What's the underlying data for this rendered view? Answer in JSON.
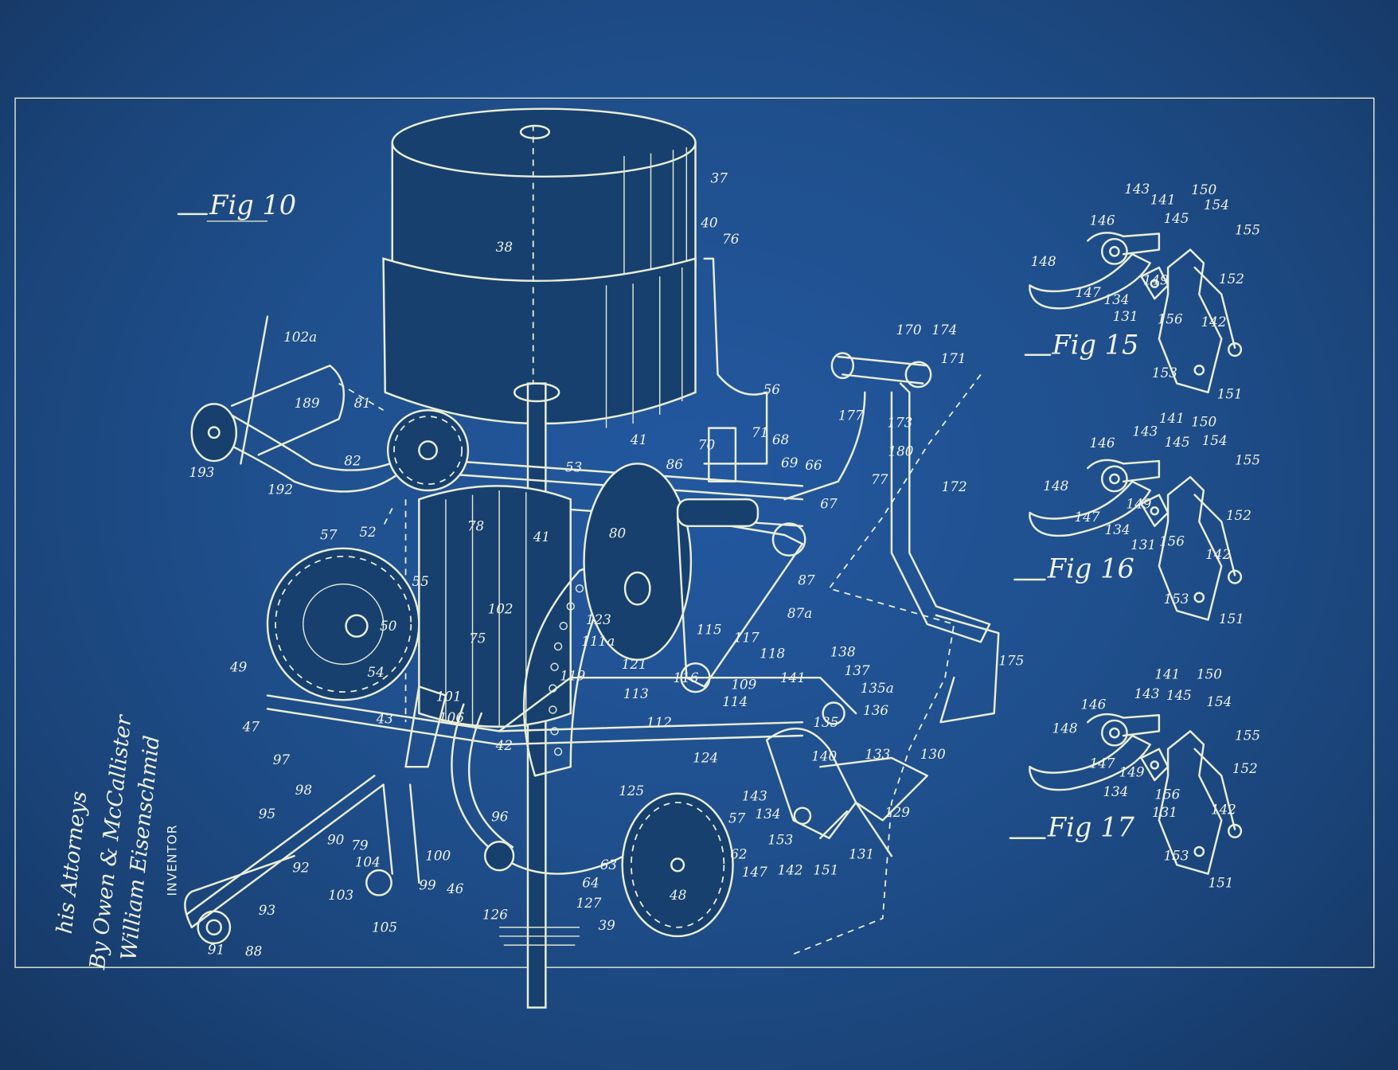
{
  "figures": [
    {
      "title": "Fig 10",
      "labels": [
        "37",
        "38",
        "40",
        "76",
        "102a",
        "189",
        "81",
        "193",
        "82",
        "192",
        "53",
        "41",
        "41",
        "56",
        "70",
        "71",
        "68",
        "69",
        "66",
        "86",
        "177",
        "173",
        "170",
        "174",
        "171",
        "180",
        "77",
        "67",
        "172",
        "78",
        "80",
        "57",
        "52",
        "55",
        "50",
        "49",
        "54",
        "75",
        "102",
        "123",
        "111a",
        "119",
        "121",
        "87",
        "87a",
        "115",
        "117",
        "118",
        "116",
        "109",
        "113",
        "114",
        "112",
        "175",
        "138",
        "137",
        "141",
        "135a",
        "136",
        "135",
        "47",
        "43",
        "101",
        "106",
        "97",
        "42",
        "124",
        "140",
        "133",
        "130",
        "98",
        "96",
        "125",
        "143",
        "134",
        "57",
        "129",
        "95",
        "90",
        "79",
        "104",
        "100",
        "153",
        "142",
        "151",
        "131",
        "62",
        "147",
        "63",
        "92",
        "64",
        "103",
        "99",
        "46",
        "127",
        "48",
        "126",
        "105",
        "93",
        "39",
        "91",
        "88"
      ]
    },
    {
      "title": "Fig 15",
      "labels": [
        "143",
        "141",
        "150",
        "146",
        "145",
        "154",
        "155",
        "148",
        "149",
        "147",
        "134",
        "152",
        "131",
        "156",
        "142",
        "153",
        "151"
      ]
    },
    {
      "title": "Fig 16",
      "labels": [
        "141",
        "143",
        "150",
        "146",
        "145",
        "154",
        "155",
        "148",
        "147",
        "149",
        "134",
        "131",
        "156",
        "142",
        "152",
        "153",
        "151"
      ]
    },
    {
      "title": "Fig 17",
      "labels": [
        "141",
        "150",
        "143",
        "145",
        "146",
        "154",
        "148",
        "155",
        "147",
        "149",
        "152",
        "134",
        "156",
        "131",
        "142",
        "153",
        "151"
      ]
    }
  ],
  "signature": {
    "heading": "INVENTOR",
    "inventor": "William Eisenschmid",
    "by": "By Owen & McCallister",
    "attorneys": "his Attorneys"
  },
  "colors": {
    "paper": "#1f4f8c",
    "ink": "#e9eed6"
  }
}
